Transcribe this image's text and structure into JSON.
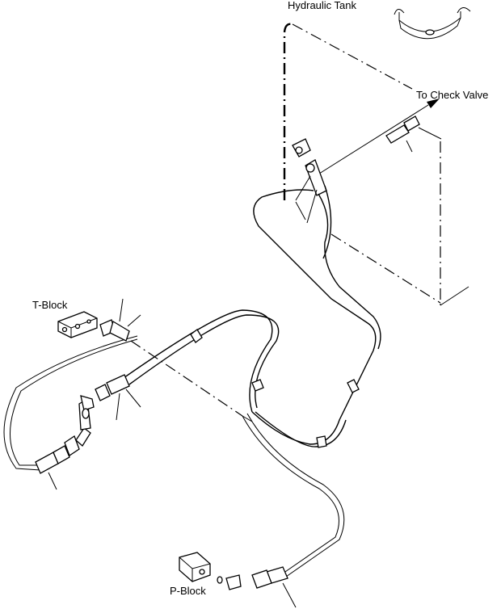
{
  "labels": {
    "hydraulic_tank": "Hydraulic Tank",
    "to_check_valve": "To Check Valve",
    "t_block": "T-Block",
    "p_block": "P-Block"
  }
}
